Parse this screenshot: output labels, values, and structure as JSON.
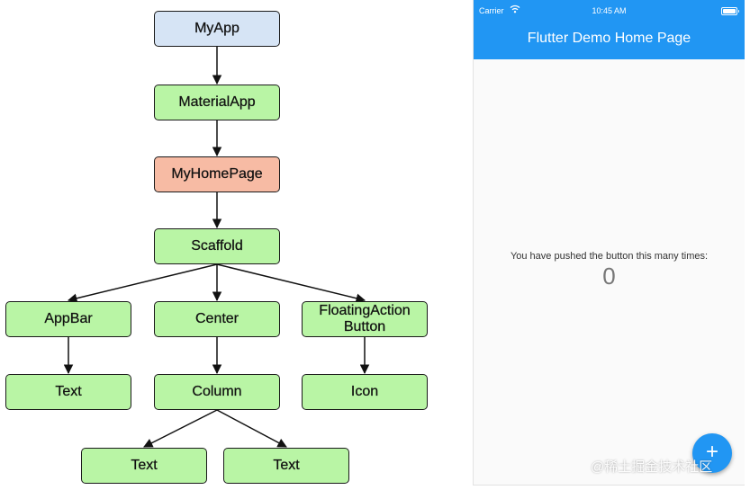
{
  "diagram": {
    "nodes": [
      {
        "id": "myapp",
        "label": "MyApp",
        "color": "#d6e4f5"
      },
      {
        "id": "materialapp",
        "label": "MaterialApp",
        "color": "#b9f5a5"
      },
      {
        "id": "myhomepage",
        "label": "MyHomePage",
        "color": "#f7bba4"
      },
      {
        "id": "scaffold",
        "label": "Scaffold",
        "color": "#b9f5a5"
      },
      {
        "id": "appbar",
        "label": "AppBar",
        "color": "#b9f5a5"
      },
      {
        "id": "center",
        "label": "Center",
        "color": "#b9f5a5"
      },
      {
        "id": "fab",
        "label": "FloatingAction\nButton",
        "color": "#b9f5a5"
      },
      {
        "id": "appbar-text",
        "label": "Text",
        "color": "#b9f5a5"
      },
      {
        "id": "column",
        "label": "Column",
        "color": "#b9f5a5"
      },
      {
        "id": "icon",
        "label": "Icon",
        "color": "#b9f5a5"
      },
      {
        "id": "column-text-1",
        "label": "Text",
        "color": "#b9f5a5"
      },
      {
        "id": "column-text-2",
        "label": "Text",
        "color": "#b9f5a5"
      }
    ],
    "edges": [
      [
        "myapp",
        "materialapp"
      ],
      [
        "materialapp",
        "myhomepage"
      ],
      [
        "myhomepage",
        "scaffold"
      ],
      [
        "scaffold",
        "appbar"
      ],
      [
        "scaffold",
        "center"
      ],
      [
        "scaffold",
        "fab"
      ],
      [
        "appbar",
        "appbar-text"
      ],
      [
        "center",
        "column"
      ],
      [
        "fab",
        "icon"
      ],
      [
        "column",
        "column-text-1"
      ],
      [
        "column",
        "column-text-2"
      ]
    ]
  },
  "phone": {
    "carrier": "Carrier",
    "time": "10:45 AM",
    "title": "Flutter Demo Home Page",
    "message": "You have pushed the button this many times:",
    "counter": "0",
    "fab_symbol": "+",
    "appbar_color": "#2196f3"
  },
  "watermark": "@稀土掘金技术社区"
}
